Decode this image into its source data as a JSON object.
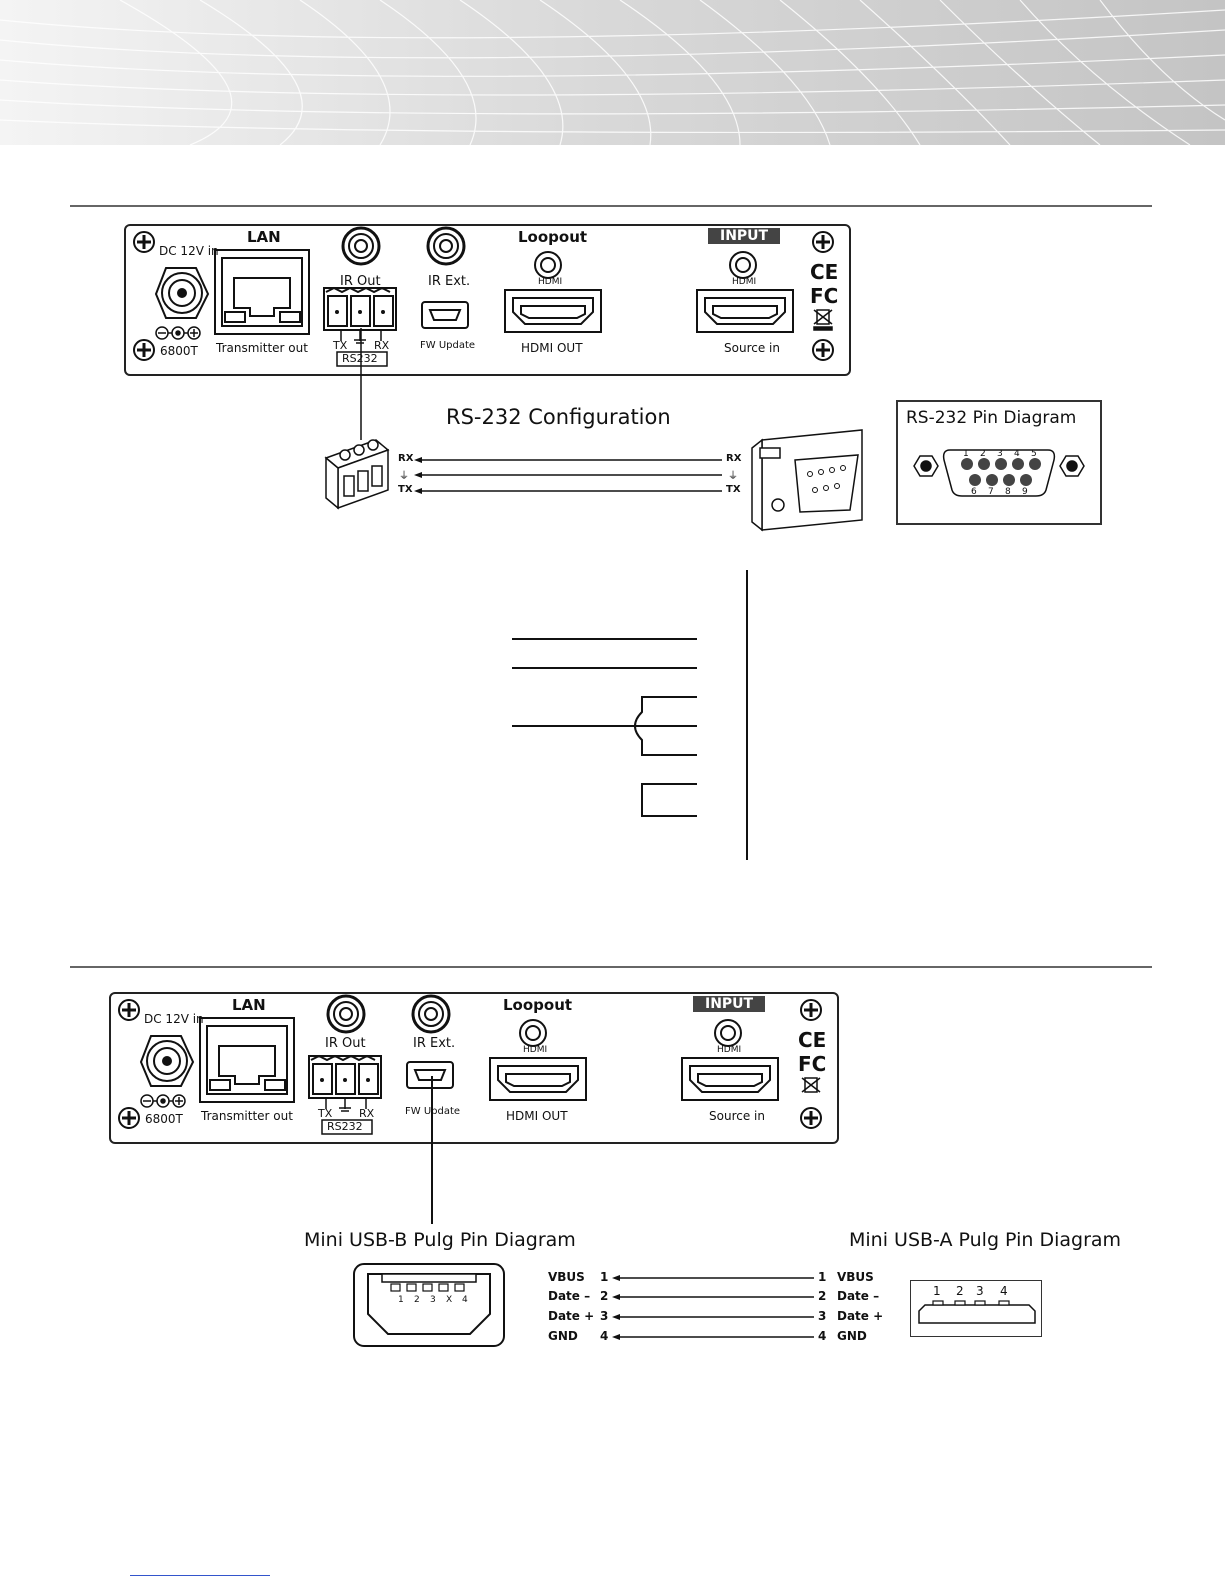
{
  "panel": {
    "dc_in": "DC 12V in",
    "model": "6800T",
    "lan": "LAN",
    "transmitter_out": "Transmitter out",
    "ir_out": "IR Out",
    "ir_ext": "IR Ext.",
    "fw_update": "FW Update",
    "loopout": "Loopout",
    "hdmi": "HDMI",
    "hdmi_out": "HDMI OUT",
    "input": "INPUT",
    "source_in": "Source in",
    "tx": "TX",
    "rx": "RX",
    "rs232": "RS232",
    "ce": "CE",
    "fc": "FC"
  },
  "rs232": {
    "title": "RS-232 Configuration",
    "pin_title": "RS-232 Pin Diagram",
    "lines": [
      "RX",
      "⏚",
      "TX"
    ],
    "pins_top": [
      "1",
      "2",
      "3",
      "4",
      "5"
    ],
    "pins_bottom": [
      "6",
      "7",
      "8",
      "9"
    ]
  },
  "usb": {
    "b_title": "Mini USB-B Pulg Pin Diagram",
    "a_title": "Mini USB-A Pulg Pin Diagram",
    "b_pins": [
      "1",
      "2",
      "3",
      "X",
      "4"
    ],
    "a_pins": [
      "1",
      "2",
      "3",
      "4"
    ],
    "rows": [
      {
        "name": "VBUS",
        "num": "1"
      },
      {
        "name": "Date –",
        "num": "2"
      },
      {
        "name": "Date +",
        "num": "3"
      },
      {
        "name": "GND",
        "num": "4"
      }
    ]
  }
}
